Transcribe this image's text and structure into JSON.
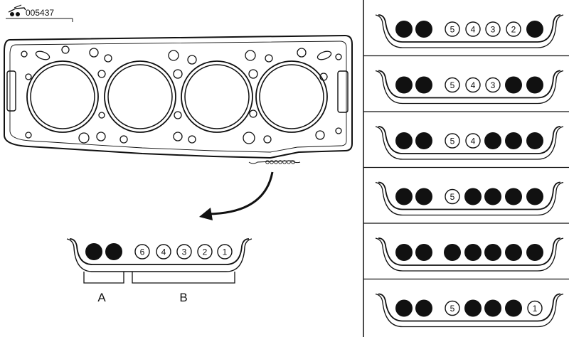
{
  "figure_code": "005437",
  "detail": {
    "notches": [
      {
        "type": "filled"
      },
      {
        "type": "filled"
      },
      {
        "type": "num",
        "label": "6"
      },
      {
        "type": "num",
        "label": "4"
      },
      {
        "type": "num",
        "label": "3"
      },
      {
        "type": "num",
        "label": "2"
      },
      {
        "type": "num",
        "label": "1"
      }
    ],
    "label_a": "A",
    "label_b": "B"
  },
  "variants": [
    {
      "notches": [
        {
          "type": "filled"
        },
        {
          "type": "filled"
        },
        {
          "type": "num",
          "label": "5"
        },
        {
          "type": "num",
          "label": "4"
        },
        {
          "type": "num",
          "label": "3"
        },
        {
          "type": "num",
          "label": "2"
        },
        {
          "type": "filled"
        }
      ]
    },
    {
      "notches": [
        {
          "type": "filled"
        },
        {
          "type": "filled"
        },
        {
          "type": "num",
          "label": "5"
        },
        {
          "type": "num",
          "label": "4"
        },
        {
          "type": "num",
          "label": "3"
        },
        {
          "type": "filled"
        },
        {
          "type": "filled"
        }
      ]
    },
    {
      "notches": [
        {
          "type": "filled"
        },
        {
          "type": "filled"
        },
        {
          "type": "num",
          "label": "5"
        },
        {
          "type": "num",
          "label": "4"
        },
        {
          "type": "filled"
        },
        {
          "type": "filled"
        },
        {
          "type": "filled"
        }
      ]
    },
    {
      "notches": [
        {
          "type": "filled"
        },
        {
          "type": "filled"
        },
        {
          "type": "num",
          "label": "5"
        },
        {
          "type": "filled"
        },
        {
          "type": "filled"
        },
        {
          "type": "filled"
        },
        {
          "type": "filled"
        }
      ]
    },
    {
      "notches": [
        {
          "type": "filled"
        },
        {
          "type": "filled"
        },
        {
          "type": "filled"
        },
        {
          "type": "filled"
        },
        {
          "type": "filled"
        },
        {
          "type": "filled"
        },
        {
          "type": "filled"
        }
      ]
    },
    {
      "notches": [
        {
          "type": "filled"
        },
        {
          "type": "filled"
        },
        {
          "type": "num",
          "label": "5"
        },
        {
          "type": "filled"
        },
        {
          "type": "filled"
        },
        {
          "type": "filled"
        },
        {
          "type": "num",
          "label": "1"
        }
      ]
    }
  ]
}
